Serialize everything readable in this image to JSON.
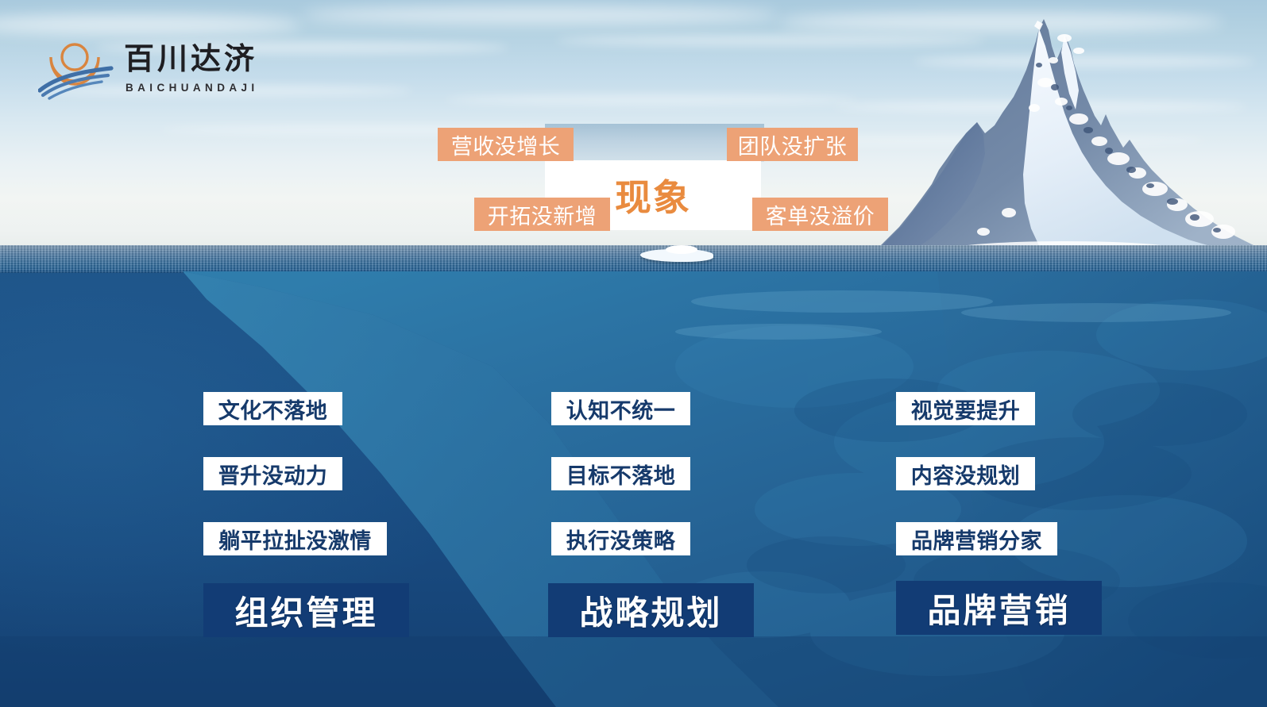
{
  "brand": {
    "name_cn": "百川达济",
    "name_en": "BAICHUANDAJI",
    "mark_icon": "sun-wave-logo-icon",
    "accent_orange": "#d98a4e",
    "accent_blue": "#3a6fa8"
  },
  "center": {
    "title": "现象",
    "title_color": "#e98b3f",
    "tags": [
      {
        "label": "营收没增长",
        "position": "top-left"
      },
      {
        "label": "团队没扩张",
        "position": "top-right"
      },
      {
        "label": "开拓没新增",
        "position": "bottom-left"
      },
      {
        "label": "客单没溢价",
        "position": "bottom-right"
      }
    ],
    "tag_color": "#eda276"
  },
  "columns": [
    {
      "category": "组织管理",
      "items": [
        "文化不落地",
        "晋升没动力",
        "躺平拉扯没激情"
      ]
    },
    {
      "category": "战略规划",
      "items": [
        "认知不统一",
        "目标不落地",
        "执行没策略"
      ]
    },
    {
      "category": "品牌营销",
      "items": [
        "视觉要提升",
        "内容没规划",
        "品牌营销分家"
      ]
    }
  ],
  "theme": {
    "chip_bg": "#ffffff",
    "chip_text": "#163a6b",
    "category_bg": "#123c75",
    "category_text": "#ffffff",
    "deep_water": "#1d5287",
    "sky_top": "#a9cade"
  }
}
